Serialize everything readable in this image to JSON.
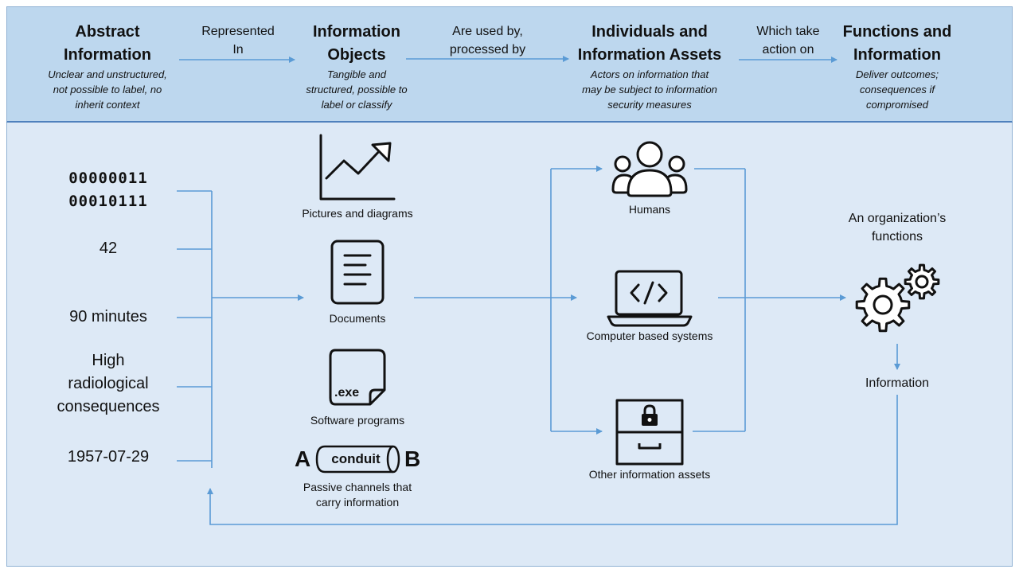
{
  "header": {
    "columns": [
      {
        "title": [
          "Abstract",
          "Information"
        ],
        "desc": [
          "Unclear and unstructured,",
          "not possible to label, no",
          "inherit context"
        ]
      },
      {
        "title": [
          "Information",
          "Objects"
        ],
        "desc": [
          "Tangible and",
          "structured, possible to",
          "label or classify"
        ]
      },
      {
        "title": [
          "Individuals and",
          "Information Assets"
        ],
        "desc": [
          "Actors on information that",
          "may be subject to information",
          "security measures"
        ]
      },
      {
        "title": [
          "Functions and",
          "Information"
        ],
        "desc": [
          "Deliver outcomes;",
          "consequences if",
          "compromised"
        ]
      }
    ],
    "connectors": [
      [
        "Represented",
        "In"
      ],
      [
        "Are used by,",
        "processed by"
      ],
      [
        "Which take",
        "action on"
      ]
    ]
  },
  "abstract_items": {
    "binary": [
      "00000011",
      "00010111"
    ],
    "number": "42",
    "duration": "90 minutes",
    "consequence": [
      "High",
      "radiological",
      "consequences"
    ],
    "date": "1957-07-29"
  },
  "objects": {
    "pictures": "Pictures and diagrams",
    "documents": "Documents",
    "software": "Software programs",
    "software_ext": ".exe",
    "conduit_a": "A",
    "conduit_word": "conduit",
    "conduit_b": "B",
    "channels": [
      "Passive channels that",
      "carry information"
    ]
  },
  "assets": {
    "humans": "Humans",
    "computers": "Computer based systems",
    "other": "Other information assets"
  },
  "functions": {
    "org": [
      "An organization’s",
      "functions"
    ],
    "information": "Information"
  },
  "colors": {
    "header_bg": "#bdd7ee",
    "body_bg": "#dde9f6",
    "line": "#5b9bd5",
    "border": "#4f81bd"
  }
}
